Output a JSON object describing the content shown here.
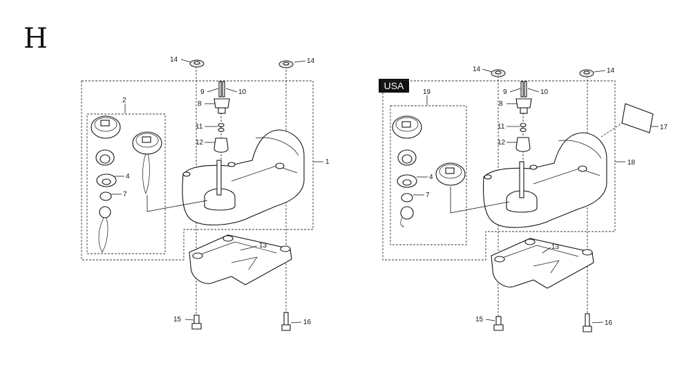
{
  "section_letter": "H",
  "usa_badge": "USA",
  "left_assembly": {
    "callouts": [
      "14",
      "14",
      "2",
      "9",
      "10",
      "8",
      "11",
      "12",
      "1",
      "4",
      "7",
      "13",
      "15",
      "16"
    ]
  },
  "right_assembly": {
    "callouts": [
      "14",
      "14",
      "19",
      "9",
      "10",
      "8",
      "11",
      "12",
      "17",
      "18",
      "4",
      "7",
      "13",
      "15",
      "16"
    ]
  }
}
